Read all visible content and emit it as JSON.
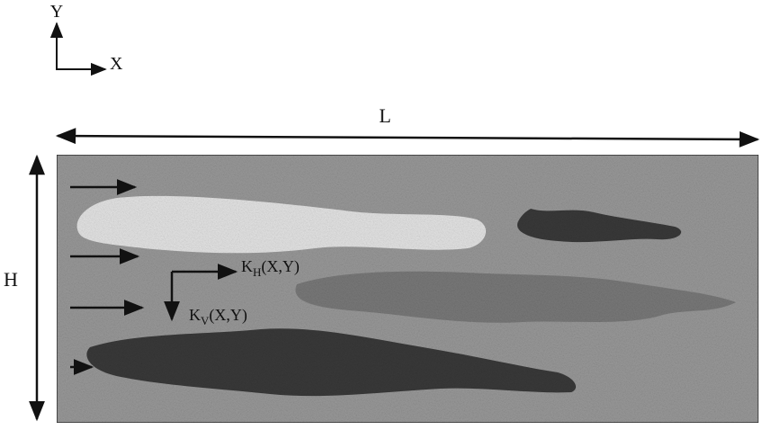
{
  "axes": {
    "y_label": "Y",
    "x_label": "X"
  },
  "dimensions": {
    "length_label": "L",
    "height_label": "H"
  },
  "permeability": {
    "horizontal": {
      "base": "K",
      "subscript": "H",
      "args": "(X,Y)"
    },
    "vertical": {
      "base": "K",
      "subscript": "V",
      "args": "(X,Y)"
    }
  },
  "colors": {
    "background_matrix": "#9a9a9a",
    "light_lens": "#e6e6e6",
    "medium_lens": "#7a7a7a",
    "dark_lens": "#3a3a3a",
    "ink": "#111111"
  }
}
